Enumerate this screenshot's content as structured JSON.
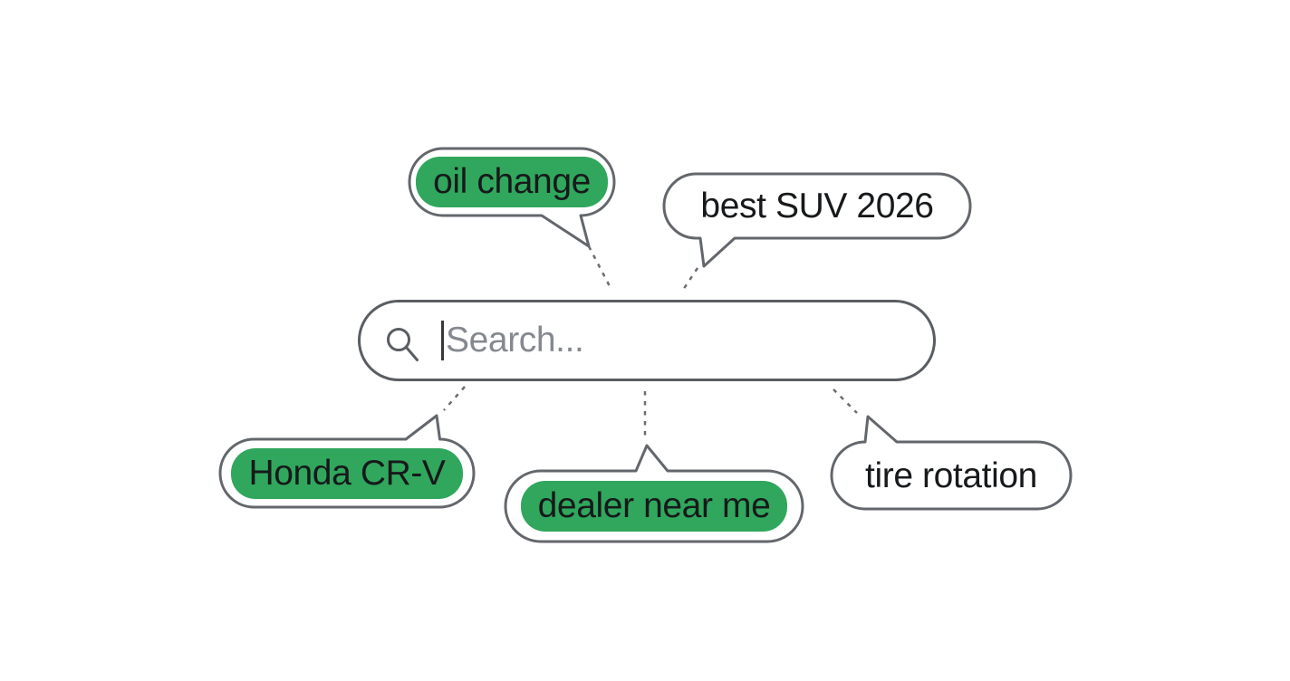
{
  "search_bar": {
    "placeholder": "Search...",
    "value": ""
  },
  "suggestions": [
    {
      "label": "oil change",
      "highlighted": true,
      "position": "top-left"
    },
    {
      "label": "best SUV 2026",
      "highlighted": false,
      "position": "top-right"
    },
    {
      "label": "Honda CR-V",
      "highlighted": true,
      "position": "bottom-left"
    },
    {
      "label": "dealer near me",
      "highlighted": true,
      "position": "bottom-center"
    },
    {
      "label": "tire rotation",
      "highlighted": false,
      "position": "bottom-right"
    }
  ],
  "colors": {
    "highlight_green": "#30a75c",
    "outline_gray": "#63676c",
    "text": "#17191b",
    "placeholder_gray": "#85898f",
    "background": "#ffffff"
  }
}
